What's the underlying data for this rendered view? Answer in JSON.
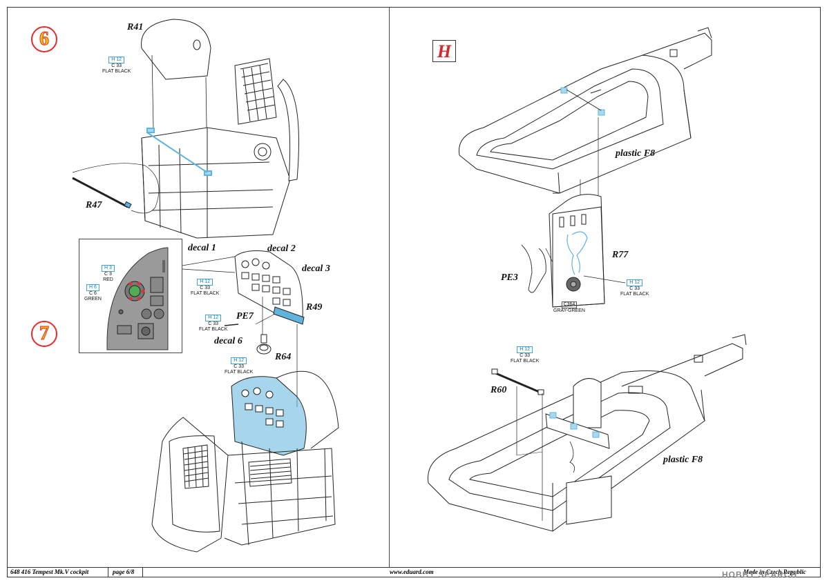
{
  "footer": {
    "code": "648 416  Tempest Mk.V cockpit",
    "page": "page 6/8",
    "url": "www.eduard.com",
    "made_in": "Made in Czech Republic"
  },
  "watermark": "HOBBY SEARCH",
  "steps": {
    "s6": "6",
    "s7": "7",
    "sH": "H"
  },
  "parts": {
    "r41": "R41",
    "r47": "R47",
    "decal1": "decal 1",
    "decal2": "decal 2",
    "decal3": "decal 3",
    "r49": "R49",
    "pe7": "PE7",
    "decal6": "decal 6",
    "r64": "R64",
    "plastic_f8_top": "plastic F8",
    "r77": "R77",
    "pe3": "PE3",
    "r60": "R60",
    "plastic_f8_bottom": "plastic F8"
  },
  "paints": {
    "p1": {
      "h": "H 12",
      "c": "C 33",
      "name": "FLAT BLACK"
    },
    "p_red": {
      "h": "H 3",
      "c": "C 3",
      "name": "RED"
    },
    "p_green": {
      "h": "H 6",
      "c": "C 6",
      "name": "GREEN"
    },
    "p2": {
      "h": "H 12",
      "c": "C 33",
      "name": "FLAT BLACK"
    },
    "p3": {
      "h": "H 12",
      "c": "C 33",
      "name": "FLAT BLACK"
    },
    "p4": {
      "h": "H 12",
      "c": "C 33",
      "name": "FLAT BLACK"
    },
    "p5": {
      "h": "H 12",
      "c": "C 33",
      "name": "FLAT BLACK"
    },
    "p6": {
      "c": "C364",
      "name": "GRAY-GREEN"
    },
    "p7": {
      "h": "H 12",
      "c": "C 33",
      "name": "FLAT BLACK"
    }
  },
  "colors": {
    "highlight": "#5fb4dd",
    "step_circle_border": "#e8292b",
    "step_circle_fill": "#f2c500",
    "step_box_letter": "#d8262a",
    "inset_panel": "#9a9a9a"
  }
}
